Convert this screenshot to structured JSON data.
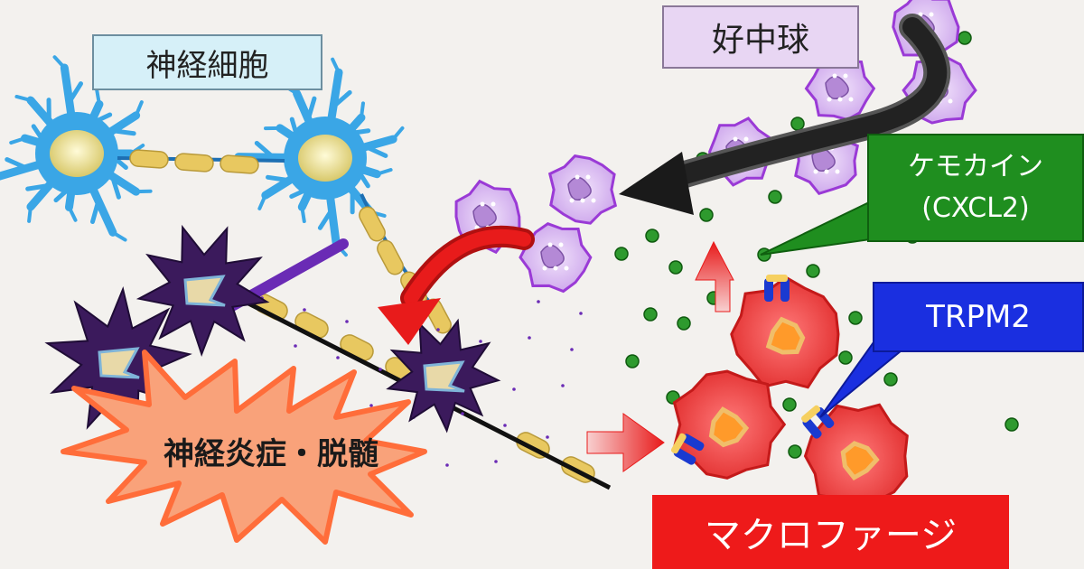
{
  "labels": {
    "neuron": "神経細胞",
    "neutrophil": "好中球",
    "chemokine_line1": "ケモカイン",
    "chemokine_line2": "(CXCL2)",
    "trpm2": "TRPM2",
    "macrophage": "マクロファージ",
    "inflammation": "神経炎症・脱髄"
  },
  "colors": {
    "background": "#f3f1ee",
    "neuron": "#3aa6e6",
    "axon_myelin": "#e8c860",
    "damaged_cell": "#3b1a5c",
    "neutrophil": "#d8b8f0",
    "chemokine_dot": "#2e9a2e",
    "macrophage": "#f04545",
    "trpm2_channel": "#1a3ad0",
    "explosion": "#f9a27a",
    "arrow_black": "#222222",
    "arrow_red": "#e81b1b"
  },
  "icons": [
    "neuron-cell",
    "neutrophil-cell",
    "macrophage-cell",
    "chemokine-dot",
    "trpm2-channel",
    "explosion-burst"
  ]
}
